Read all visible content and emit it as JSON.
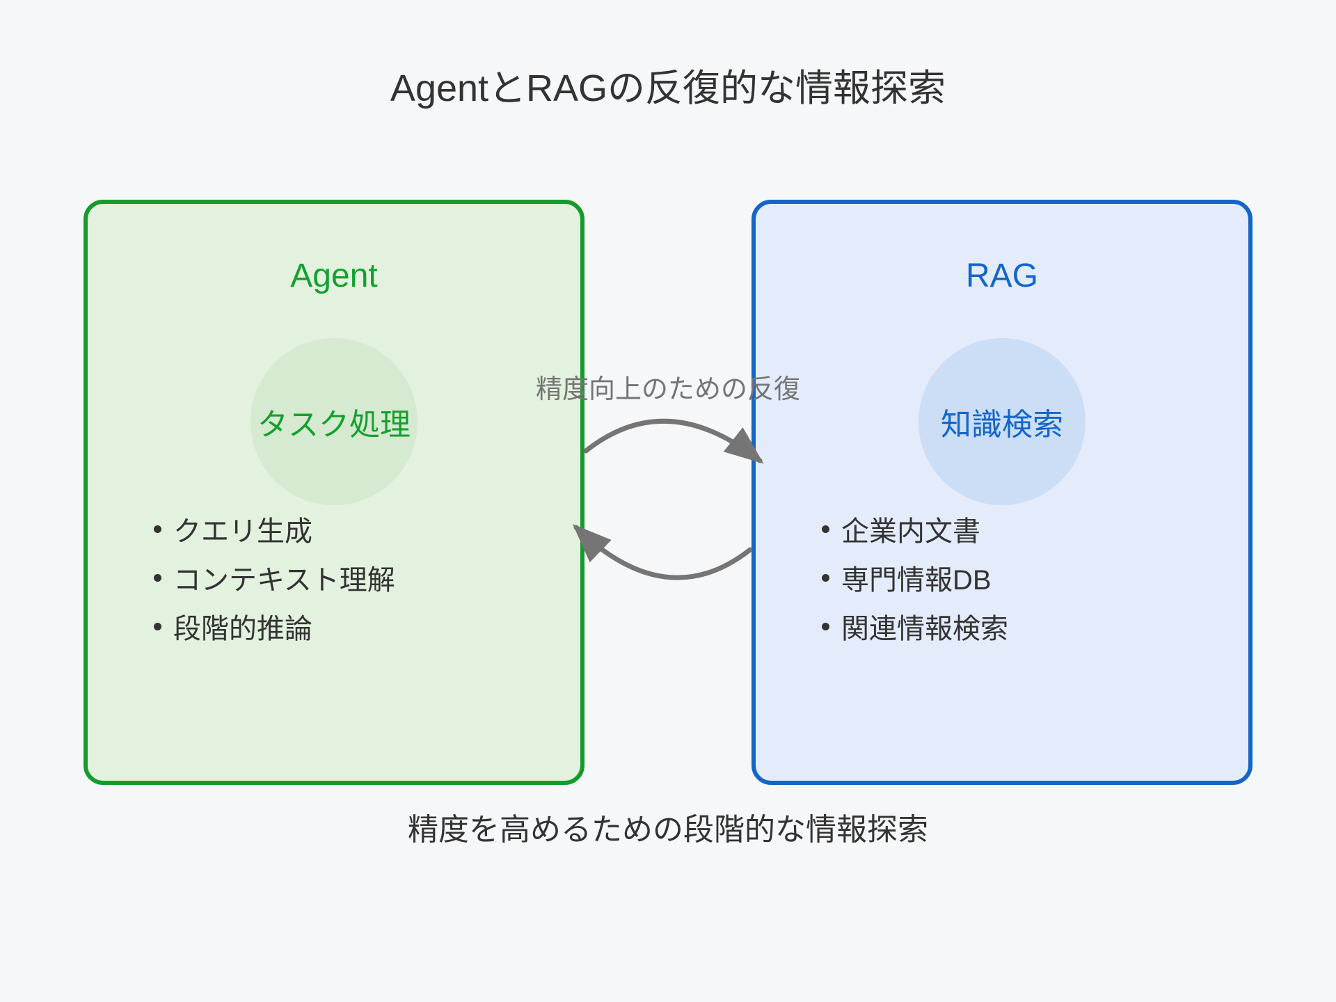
{
  "title": "AgentとRAGの反復的な情報探索",
  "caption": "精度を高めるための段階的な情報探索",
  "loop": {
    "label": "精度向上のための反復",
    "arrow_color": "#757575"
  },
  "agent": {
    "title": "Agent",
    "circle_label": "タスク処理",
    "bullets": [
      "クエリ生成",
      "コンテキスト理解",
      "段階的推論"
    ],
    "accent_color": "#14a02e",
    "border_color": "#149c2b",
    "fill_color": "#e3f1df",
    "circle_color": "#d6e9d1"
  },
  "rag": {
    "title": "RAG",
    "circle_label": "知識検索",
    "bullets": [
      "企業内文書",
      "専門情報DB",
      "関連情報検索"
    ],
    "accent_color": "#1266c9",
    "border_color": "#1565c8",
    "fill_color": "#e4ecfb",
    "circle_color": "#ccddf6"
  }
}
